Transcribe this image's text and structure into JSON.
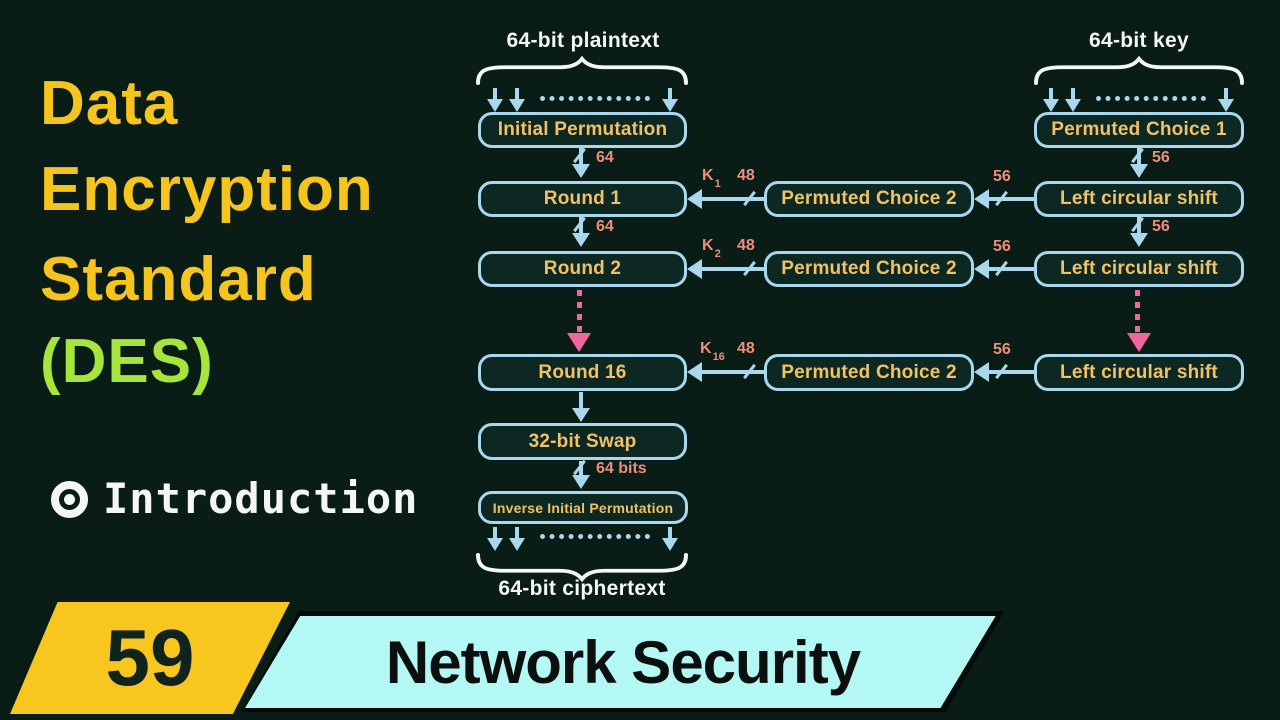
{
  "title": {
    "lines": [
      "Data",
      "Encryption",
      "Standard"
    ],
    "acronym": "(DES)"
  },
  "intro": {
    "label": "Introduction"
  },
  "diagram": {
    "plaintext": "64-bit plaintext",
    "key": "64-bit key",
    "ciphertext": "64-bit ciphertext",
    "boxes": {
      "ip": "Initial Permutation",
      "round1": "Round 1",
      "round2": "Round 2",
      "round16": "Round 16",
      "swap": "32-bit Swap",
      "iip": "Inverse Initial Permutation",
      "pc1": "Permuted Choice 1",
      "pc2": "Permuted Choice 2",
      "lcs": "Left circular shift"
    },
    "labels": {
      "bits64": "64",
      "bits64full": "64 bits",
      "bits56": "56",
      "bits48": "48"
    },
    "keys": {
      "base": "K",
      "sub1": "1",
      "sub2": "2",
      "sub16": "16"
    }
  },
  "footer": {
    "episode": "59",
    "series": "Network Security"
  },
  "colors": {
    "background": "#0a1c16",
    "box_fill": "#0d2822",
    "box_border": "#a9d7ee",
    "box_text": "#f0c167",
    "arrow_blue": "#a9d7ee",
    "bit_label_salmon": "#ef8d7d",
    "dotted_pink": "#ef679e",
    "title_yellow": "#f6c51d",
    "acronym_green": "#a6e53c",
    "badge_yellow": "#f8c71f",
    "banner_cyan": "#b4f8f6",
    "text_white": "#f5f7f6"
  }
}
